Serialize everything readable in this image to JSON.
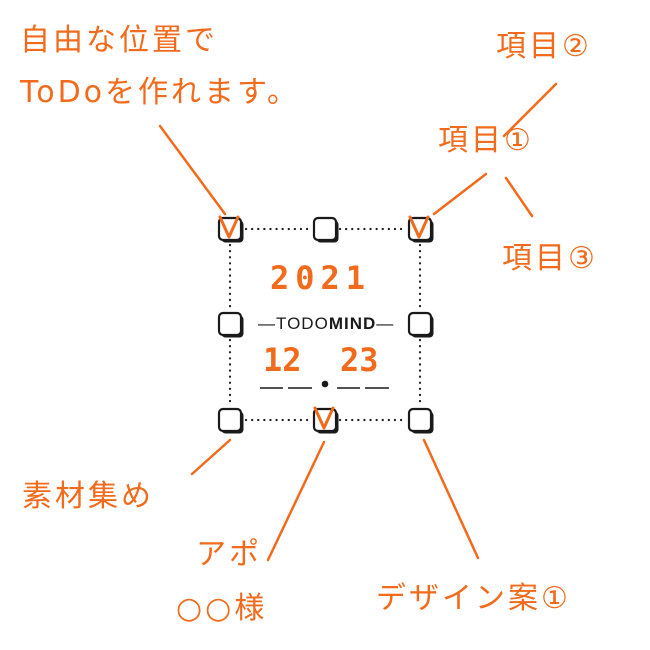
{
  "annotations": {
    "top_left": [
      "自由な位置で",
      "ToDoを作れます。"
    ],
    "item1": "項目①",
    "item2": "項目②",
    "item3": "項目③",
    "materials": "素材集め",
    "appointment": [
      "アポ",
      "○○様"
    ],
    "design": "デザイン案①"
  },
  "planner": {
    "year": "2021",
    "brand_light": "TODO",
    "brand_bold": "MIND",
    "month": "12",
    "day": "23"
  },
  "colors": {
    "accent": "#F26A1B",
    "ink": "#1a1a1a"
  },
  "checkboxes": [
    {
      "name": "checkbox-top-left",
      "checked": true
    },
    {
      "name": "checkbox-top-center",
      "checked": false
    },
    {
      "name": "checkbox-top-right",
      "checked": true
    },
    {
      "name": "checkbox-middle-left",
      "checked": false
    },
    {
      "name": "checkbox-middle-right",
      "checked": false
    },
    {
      "name": "checkbox-bottom-left",
      "checked": false
    },
    {
      "name": "checkbox-bottom-center",
      "checked": true
    },
    {
      "name": "checkbox-bottom-right",
      "checked": false
    }
  ]
}
